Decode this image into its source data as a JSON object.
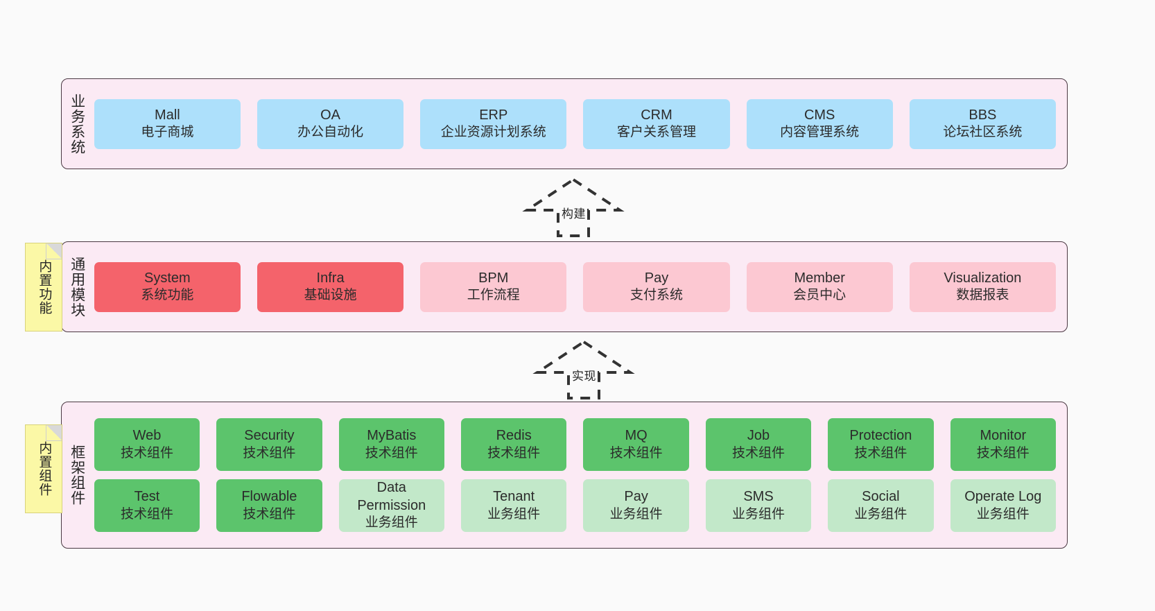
{
  "layers": [
    {
      "id": "business",
      "title": "业务系统",
      "cards": [
        {
          "en": "Mall",
          "cn": "电子商城",
          "color": "#ade0fb"
        },
        {
          "en": "OA",
          "cn": "办公自动化",
          "color": "#ade0fb"
        },
        {
          "en": "ERP",
          "cn": "企业资源计划系统",
          "color": "#ade0fb"
        },
        {
          "en": "CRM",
          "cn": "客户关系管理",
          "color": "#ade0fb"
        },
        {
          "en": "CMS",
          "cn": "内容管理系统",
          "color": "#ade0fb"
        },
        {
          "en": "BBS",
          "cn": "论坛社区系统",
          "color": "#ade0fb"
        }
      ]
    },
    {
      "id": "common",
      "title": "通用模块",
      "cards": [
        {
          "en": "System",
          "cn": "系统功能",
          "color": "#f4636b"
        },
        {
          "en": "Infra",
          "cn": "基础设施",
          "color": "#f4636b"
        },
        {
          "en": "BPM",
          "cn": "工作流程",
          "color": "#fcc8d2"
        },
        {
          "en": "Pay",
          "cn": "支付系统",
          "color": "#fcc8d2"
        },
        {
          "en": "Member",
          "cn": "会员中心",
          "color": "#fcc8d2"
        },
        {
          "en": "Visualization",
          "cn": "数据报表",
          "color": "#fcc8d2"
        }
      ]
    },
    {
      "id": "frame",
      "title": "框架组件",
      "row1": [
        {
          "en": "Web",
          "cn": "技术组件",
          "color": "#5cc46c"
        },
        {
          "en": "Security",
          "cn": "技术组件",
          "color": "#5cc46c"
        },
        {
          "en": "MyBatis",
          "cn": "技术组件",
          "color": "#5cc46c"
        },
        {
          "en": "Redis",
          "cn": "技术组件",
          "color": "#5cc46c"
        },
        {
          "en": "MQ",
          "cn": "技术组件",
          "color": "#5cc46c"
        },
        {
          "en": "Job",
          "cn": "技术组件",
          "color": "#5cc46c"
        },
        {
          "en": "Protection",
          "cn": "技术组件",
          "color": "#5cc46c"
        },
        {
          "en": "Monitor",
          "cn": "技术组件",
          "color": "#5cc46c"
        }
      ],
      "row2": [
        {
          "en": "Test",
          "cn": "技术组件",
          "color": "#5cc46c"
        },
        {
          "en": "Flowable",
          "cn": "技术组件",
          "color": "#5cc46c"
        },
        {
          "en": "Data Permission",
          "cn": "业务组件",
          "color": "#c2e8c9"
        },
        {
          "en": "Tenant",
          "cn": "业务组件",
          "color": "#c2e8c9"
        },
        {
          "en": "Pay",
          "cn": "业务组件",
          "color": "#c2e8c9"
        },
        {
          "en": "SMS",
          "cn": "业务组件",
          "color": "#c2e8c9"
        },
        {
          "en": "Social",
          "cn": "业务组件",
          "color": "#c2e8c9"
        },
        {
          "en": "Operate Log",
          "cn": "业务组件",
          "color": "#c2e8c9"
        }
      ]
    }
  ],
  "notes": [
    {
      "id": "builtin-func",
      "text": "内置功能"
    },
    {
      "id": "builtin-comp",
      "text": "内置组件"
    }
  ],
  "arrows": [
    {
      "id": "build",
      "label": "构建"
    },
    {
      "id": "realize",
      "label": "实现"
    }
  ],
  "colors": {
    "background": "#fafafa",
    "layer_fill": "#fbeaf4",
    "layer_border": "#4a3842",
    "note_fill": "#fbf8a6",
    "arrow_stroke": "#333333"
  }
}
